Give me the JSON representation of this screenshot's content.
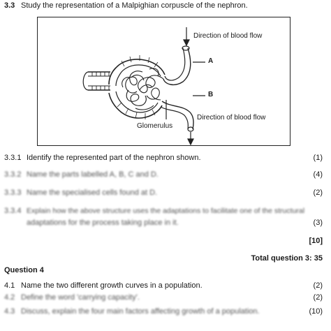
{
  "section": {
    "number": "3.3",
    "instruction": "Study the representation of a Malpighian corpuscle of the nephron."
  },
  "diagram": {
    "labels": {
      "flow_in": "Direction of blood flow",
      "a": "A",
      "b": "B",
      "flow_out": "Direction of blood flow",
      "glomerulus": "Glomerulus"
    }
  },
  "questions": [
    {
      "number": "3.3.1",
      "text": "Identify the represented part of the nephron shown.",
      "marks": "(1)"
    },
    {
      "number": "3.3.2",
      "text": "Name the parts labelled A, B, C and D.",
      "marks": "(4)"
    },
    {
      "number": "3.3.3",
      "text": "Name the specialised cells found at D.",
      "marks": "(2)"
    },
    {
      "number": "3.3.4",
      "text": "Explain how the above structure uses the adaptations to facilitate one of the structural",
      "text2": "adaptations for the process taking place in it.",
      "marks": "(3)"
    }
  ],
  "subtotal": "[10]",
  "total": "Total question 3: 35",
  "question4": {
    "heading": "Question 4",
    "items": [
      {
        "number": "4.1",
        "text": "Name the two different growth curves in a population.",
        "marks": "(2)"
      },
      {
        "number": "4.2",
        "text": "Define the word 'carrying capacity'.",
        "marks": "(2)"
      },
      {
        "number": "4.3",
        "text": "Discuss, explain the four main factors affecting growth of a population.",
        "marks": "(10)"
      }
    ]
  }
}
